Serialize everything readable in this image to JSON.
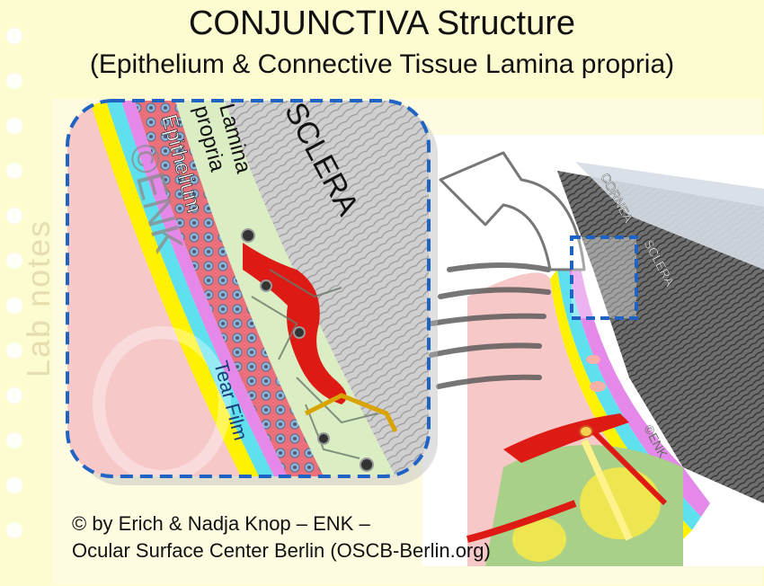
{
  "title": "CONJUNCTIVA Structure",
  "subtitle": "(Epithelium & Connective Tissue Lamina propria)",
  "zoom_labels": {
    "sclera": "SCLERA",
    "lamina": "Lamina",
    "propria": "propria",
    "epithelium": "Epithelium",
    "tear_film": "Tear Film",
    "watermark": "©ENK"
  },
  "overview_labels": {
    "cornea": "CORNEA",
    "sclera": "SCLERA",
    "watermark": "©ENK"
  },
  "side_watermark": "Lab notes",
  "copyright": {
    "line1": "© by Erich & Nadja Knop – ENK –",
    "line2": "Ocular Surface Center Berlin (OSCB-Berlin.org)"
  },
  "colors": {
    "background": "#fdfbd0",
    "tissue_pink": "#f6c8c8",
    "epithelium_pink": "#e8707a",
    "tear_film_yellow": "#fff200",
    "cyan_layer": "#5fe0ef",
    "magenta_layer": "#e489e9",
    "lamina_green": "#dbeec3",
    "vessel_red": "#dd1a14",
    "dashed_blue": "#1f63c4"
  }
}
